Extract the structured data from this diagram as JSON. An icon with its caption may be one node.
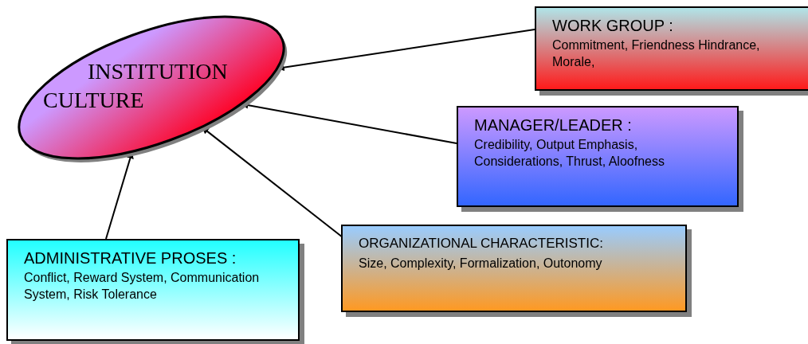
{
  "diagram": {
    "nodes": [
      {
        "text": [
          "INSTITUTION CULTURE"
        ]
      },
      {
        "text": [
          "WORK GROUP :",
          "Commitment, Friendness  Hindrance, Morale,"
        ]
      },
      {
        "text": [
          "MANAGER/LEADER :",
          "Credibility, Output Emphasis, Considerations, Thrust, Aloofness"
        ]
      },
      {
        "text": [
          "ORGANIZATIONAL CHARACTERISTIC:",
          "Size, Complexity, Formalization, Outonomy"
        ]
      },
      {
        "text": [
          "ADMINISTRATIVE PROSES :",
          "Conflict,  Reward  System, Communication System, Risk Tolerance"
        ]
      }
    ],
    "edges": [
      {
        "from": 1,
        "to": 0,
        "arrow": "to"
      },
      {
        "from": 2,
        "to": 0,
        "arrow": "to"
      },
      {
        "from": 3,
        "to": 0,
        "arrow": "to"
      },
      {
        "from": 4,
        "to": 0,
        "arrow": "to"
      }
    ]
  }
}
